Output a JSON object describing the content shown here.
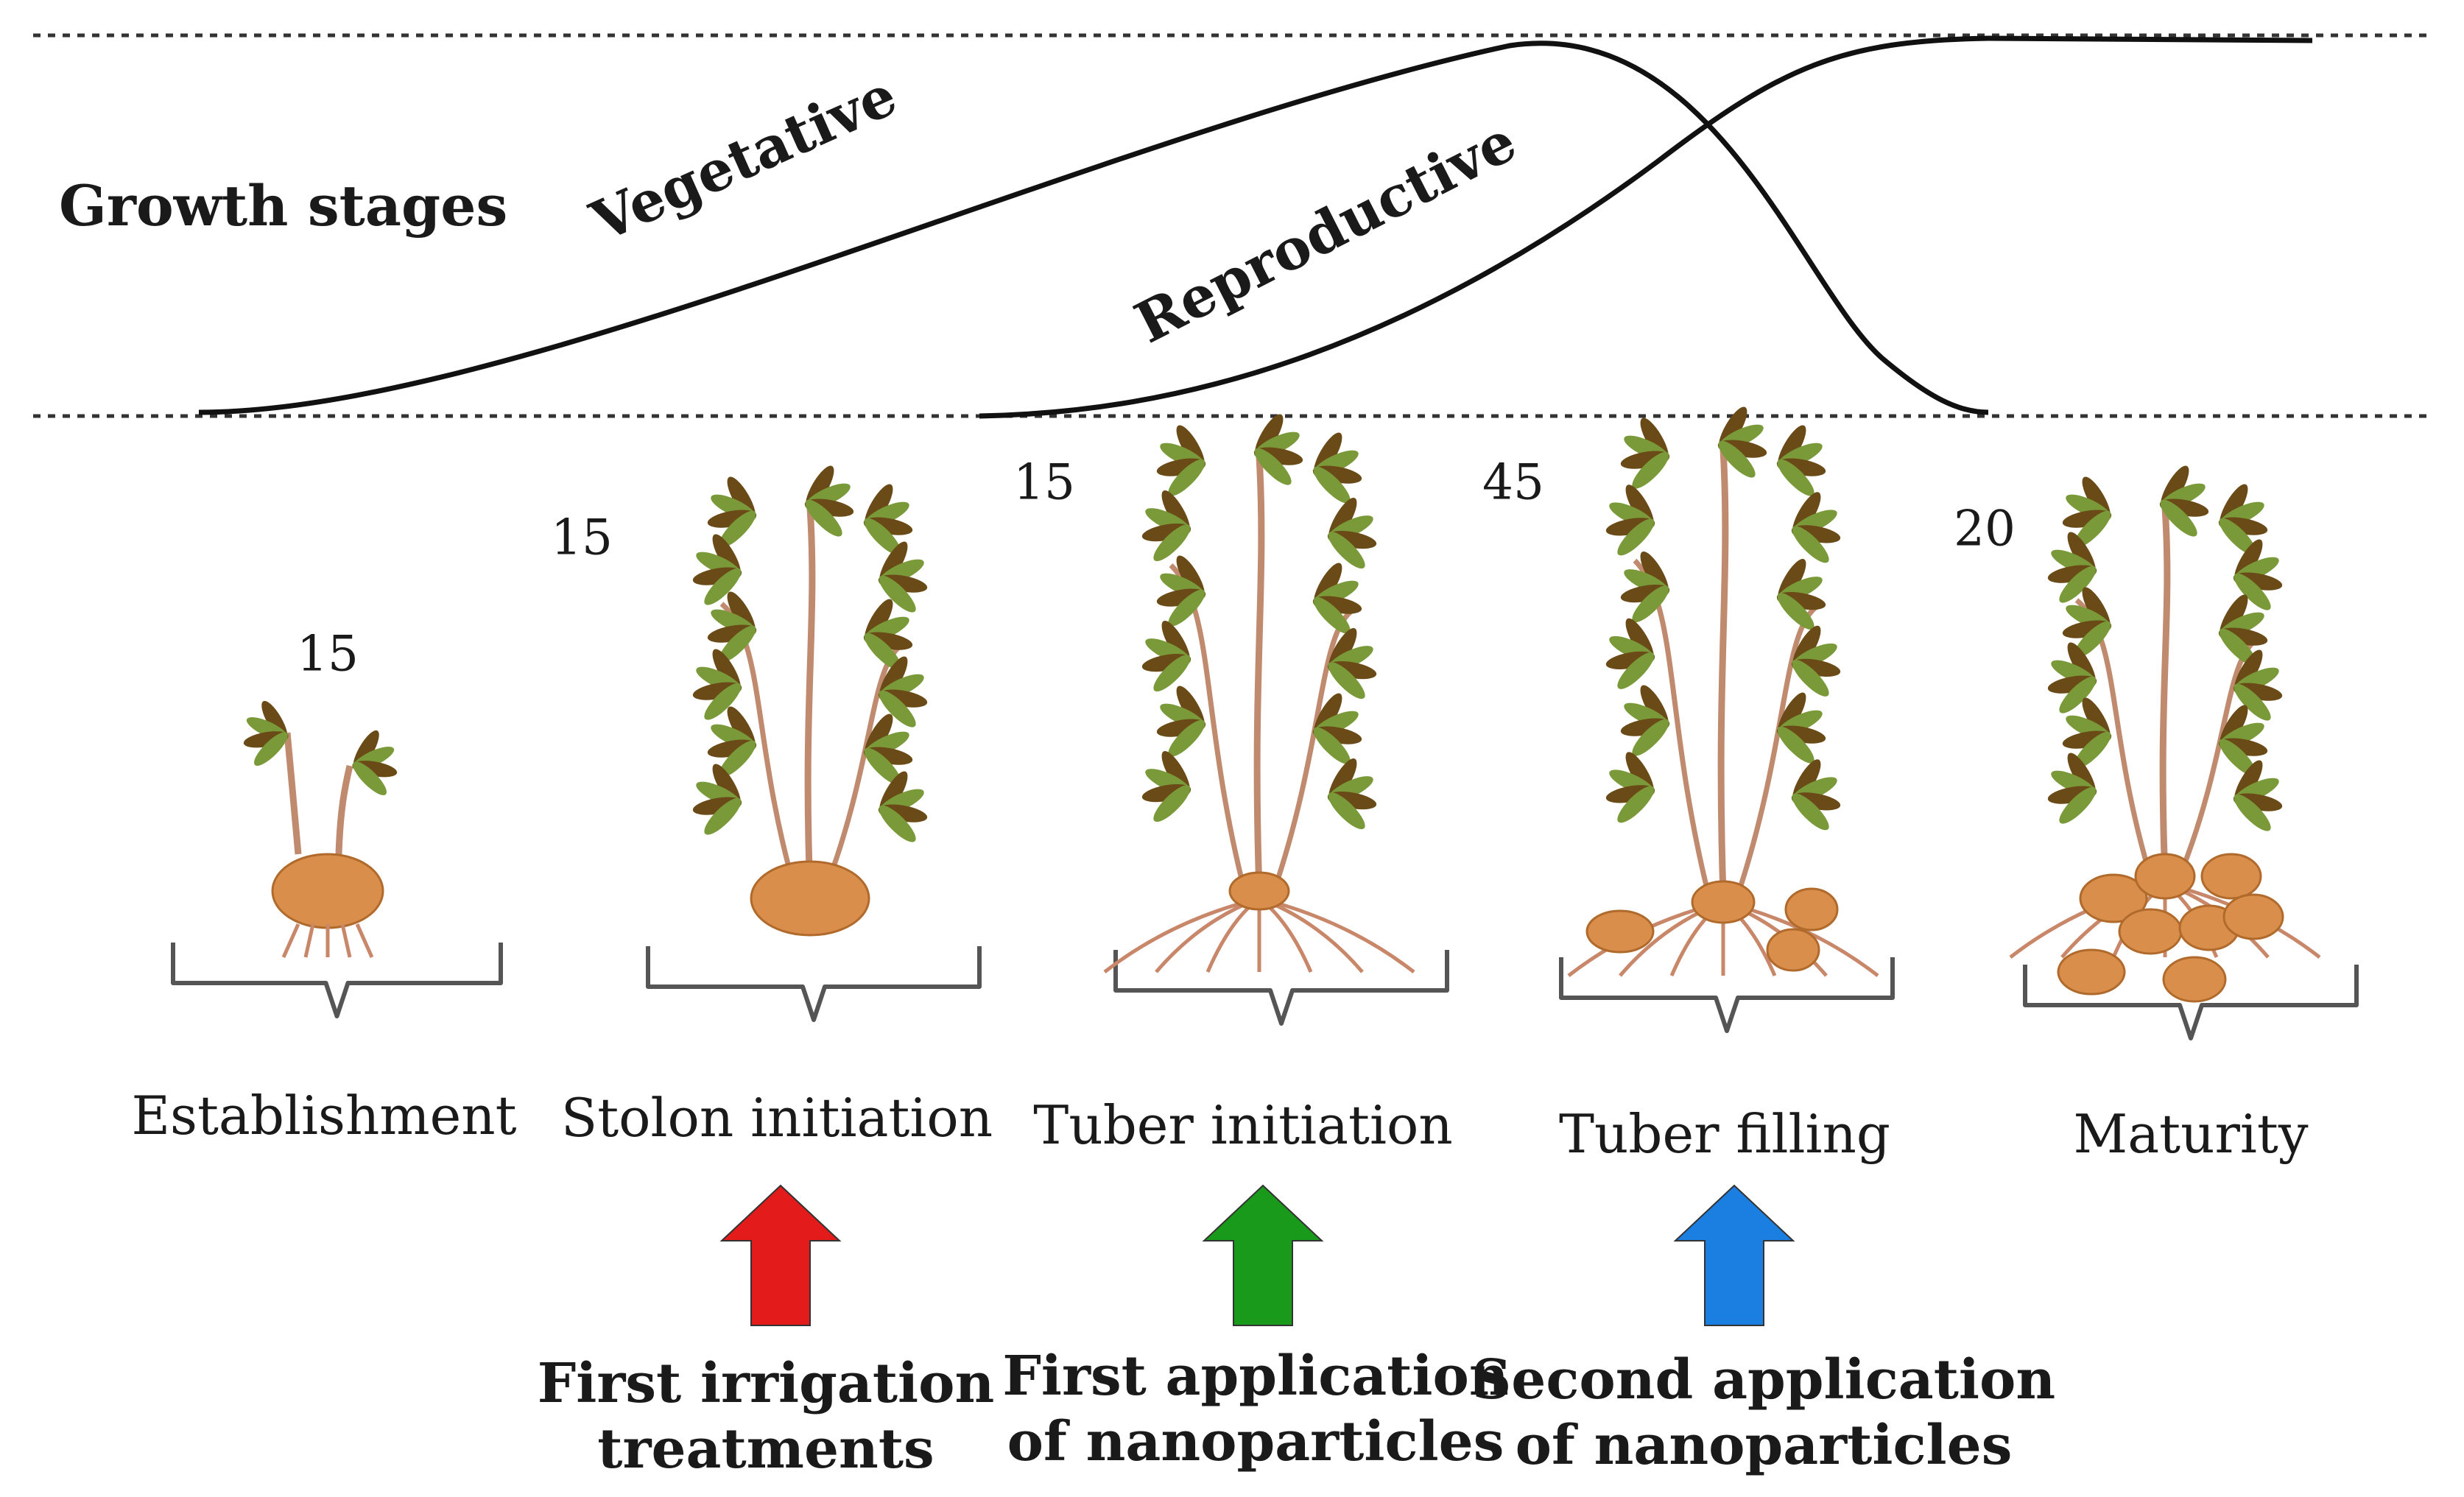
{
  "header": {
    "row_label": "Growth stages",
    "curve_labels": {
      "vegetative": "Vegetative",
      "reproductive": "Reproductive"
    }
  },
  "stages": [
    {
      "name": "Establishment",
      "days": "15"
    },
    {
      "name": "Stolon initiation",
      "days": "15"
    },
    {
      "name": "Tuber initiation",
      "days": "15"
    },
    {
      "name": "Tuber filling",
      "days": "45"
    },
    {
      "name": "Maturity",
      "days": "20"
    }
  ],
  "events": [
    {
      "line1": "First irrigation",
      "line2": "treatments",
      "color": "#e31b1b"
    },
    {
      "line1": "First application",
      "line2": "of nanoparticles",
      "color": "#1a9a1a"
    },
    {
      "line1": "Second application",
      "line2": "of nanoparticles",
      "color": "#1a7fe0"
    }
  ],
  "colors": {
    "tuber": "#d98f4b",
    "stem": "#c08a6e",
    "leaf_dark": "#6a4a16",
    "leaf_light": "#7a9a3a"
  }
}
